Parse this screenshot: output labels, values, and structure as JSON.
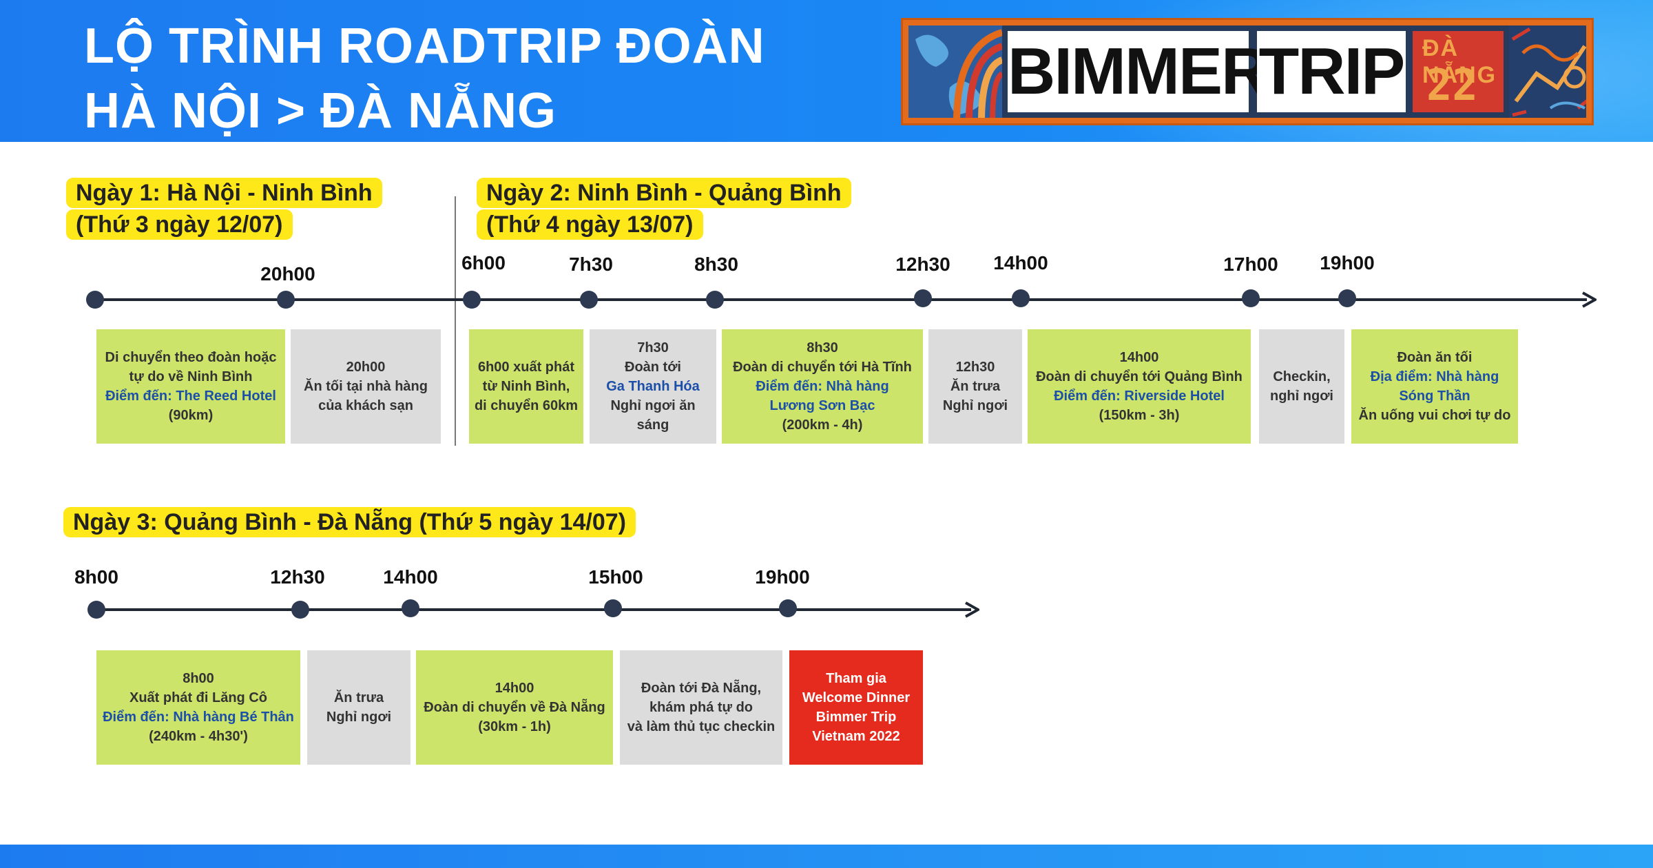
{
  "header": {
    "title_line1": "LỘ TRÌNH ROADTRIP ĐOÀN",
    "title_line2": "HÀ NỘI > ĐÀ NẴNG",
    "logo": {
      "word1": "BIMMER",
      "word2": "TRIP",
      "tag_line1": "ĐÀ NẴNG",
      "tag_line2": "22"
    },
    "colors": {
      "header_blue": "#1d7bf0",
      "highlight_yellow": "#ffe81a",
      "green_box": "#cde46a",
      "gray_box": "#dcdcdc",
      "red_box": "#e52b1e",
      "link_blue": "#1c4fa8"
    }
  },
  "day1": {
    "label_line1": "Ngày 1: Hà Nội - Ninh Bình",
    "label_line2": "(Thứ 3 ngày 12/07)",
    "times": [
      "20h00"
    ],
    "boxes": [
      {
        "lines": [
          "Di chuyển theo đoàn hoặc",
          "tự do về Ninh Bình"
        ],
        "dest": "Điểm đến: The Reed Hotel",
        "after": [
          "(90km)"
        ]
      },
      {
        "lines": [
          "20h00",
          "Ăn tối tại nhà hàng",
          "của khách sạn"
        ]
      }
    ]
  },
  "day2": {
    "label_line1": "Ngày 2: Ninh Bình - Quảng Bình",
    "label_line2": "(Thứ 4 ngày 13/07)",
    "times": [
      "6h00",
      "7h30",
      "8h30",
      "12h30",
      "14h00",
      "17h00",
      "19h00"
    ],
    "boxes": [
      {
        "lines": [
          "6h00 xuất phát",
          "từ Ninh Bình,",
          "di chuyển 60km"
        ]
      },
      {
        "lines": [
          "7h30",
          "Đoàn tới"
        ],
        "dest": "Ga Thanh Hóa",
        "after": [
          "Nghỉ ngơi ăn",
          "sáng"
        ]
      },
      {
        "lines": [
          "8h30",
          "Đoàn di chuyển tới Hà Tĩnh"
        ],
        "dest": "Điểm đến: Nhà hàng",
        "dest2": "Lương Sơn Bạc",
        "after": [
          "(200km - 4h)"
        ]
      },
      {
        "lines": [
          "12h30",
          "Ăn trưa",
          "Nghỉ ngơi"
        ]
      },
      {
        "lines": [
          "14h00",
          "Đoàn di chuyển tới Quảng Bình"
        ],
        "dest": "Điểm đến: Riverside Hotel",
        "after": [
          "(150km - 3h)"
        ]
      },
      {
        "lines": [
          "Checkin,",
          "nghỉ ngơi"
        ]
      },
      {
        "lines": [
          "Đoàn ăn tối"
        ],
        "dest": "Địa điểm: Nhà hàng",
        "dest2": "Sóng Thần",
        "after": [
          "Ăn uống vui chơi tự do"
        ]
      }
    ]
  },
  "day3": {
    "label": "Ngày 3: Quảng Bình - Đà Nẵng (Thứ 5 ngày 14/07)",
    "times": [
      "8h00",
      "12h30",
      "14h00",
      "15h00",
      "19h00"
    ],
    "boxes": [
      {
        "lines": [
          "8h00",
          "Xuất phát đi Lăng Cô"
        ],
        "dest": "Điểm đến: Nhà hàng Bé Thân",
        "after": [
          "(240km - 4h30')"
        ]
      },
      {
        "lines": [
          "Ăn trưa",
          "Nghỉ ngơi"
        ]
      },
      {
        "lines": [
          "14h00",
          "Đoàn di chuyển về Đà Nẵng",
          "(30km - 1h)"
        ]
      },
      {
        "lines": [
          "Đoàn tới Đà Nẵng,",
          "khám phá tự do",
          "và làm thủ tục checkin"
        ]
      },
      {
        "lines": [
          "Tham gia",
          "Welcome Dinner",
          "Bimmer Trip",
          "Vietnam 2022"
        ]
      }
    ]
  }
}
